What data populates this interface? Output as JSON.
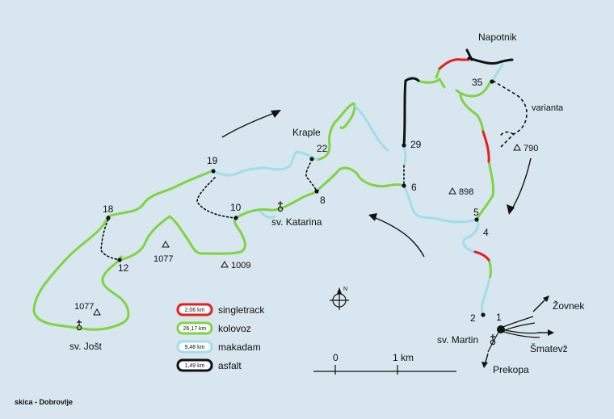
{
  "title": "skica - Dobrovlje",
  "places": {
    "napotnik": "Napotnik",
    "kraple": "Kraple",
    "sv_katarina": "sv. Katarina",
    "sv_jost": "sv. Jošt",
    "sv_martin": "sv. Martin",
    "zovnek": "Žovnek",
    "smatevz": "Šmatevž",
    "prekopa": "Prekopa",
    "varianta": "varianta"
  },
  "waypoints": {
    "p1": "1",
    "p2": "2",
    "p4": "4",
    "p5": "5",
    "p6": "6",
    "p8": "8",
    "p10": "10",
    "p12": "12",
    "p18": "18",
    "p19": "19",
    "p22": "22",
    "p29": "29",
    "p35": "35"
  },
  "peaks": {
    "790": "790",
    "898": "898",
    "1077a": "1077",
    "1009": "1009",
    "1077b": "1077"
  },
  "legend": {
    "singletrack": {
      "km": "2,06 km",
      "label": "singletrack",
      "color": "#e1221f"
    },
    "kolovoz": {
      "km": "26,17 km",
      "label": "kolovoz",
      "color": "#7ed540"
    },
    "makadam": {
      "km": "9,48 km",
      "label": "makadam",
      "color": "#9fdfe9"
    },
    "asfalt": {
      "km": "1,49 km",
      "label": "asfalt",
      "color": "#111111"
    }
  },
  "scale": {
    "zero": "0",
    "one": "1 km"
  },
  "compass": {
    "north": "N"
  },
  "colors": {
    "background": "#d7e6ef",
    "singletrack": "#e1221f",
    "kolovoz": "#7ed540",
    "makadam": "#9fdfe9",
    "asfalt": "#111111"
  }
}
